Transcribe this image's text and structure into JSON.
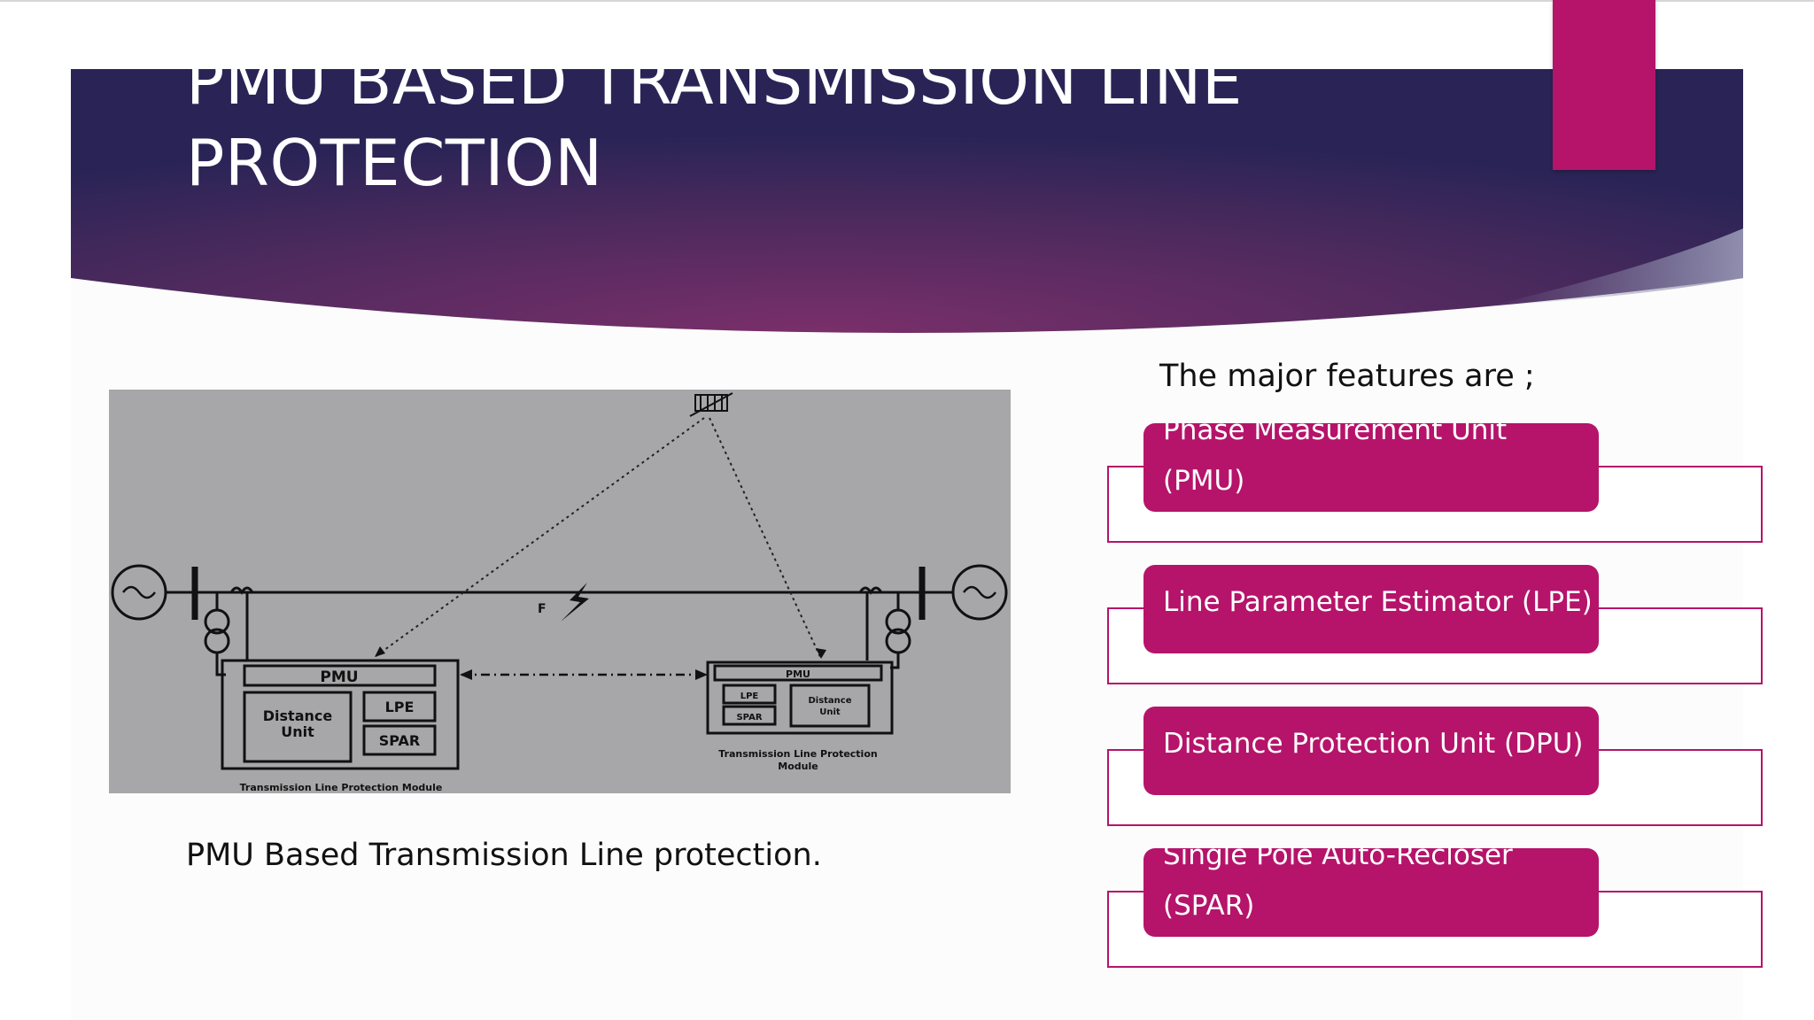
{
  "slide": {
    "title_line1": "PMU BASED TRANSMISSION LINE",
    "title_line2": "PROTECTION",
    "features_heading": "The major features are ;",
    "caption": "PMU Based Transmission Line protection.",
    "features": [
      {
        "line1": "Phase Measurement Unit",
        "line2": "(PMU)"
      },
      {
        "line1": "Line Parameter Estimator (LPE)"
      },
      {
        "line1": "Distance Protection Unit (DPU)"
      },
      {
        "line1": "Single Pole Auto-Recloser",
        "line2": "(SPAR)"
      }
    ]
  },
  "diagram": {
    "label_fault": "F",
    "left_module": {
      "pmu": "PMU",
      "distance_line1": "Distance",
      "distance_line2": "Unit",
      "lpe": "LPE",
      "spar": "SPAR",
      "caption": "Transmission Line Protection Module"
    },
    "right_module": {
      "pmu": "PMU",
      "lpe": "LPE",
      "spar": "SPAR",
      "distance_line1": "Distance",
      "distance_line2": "Unit",
      "caption_line1": "Transmission Line Protection",
      "caption_line2": "Module"
    }
  },
  "colors": {
    "accent": "#b5146a",
    "banner_dark": "#2a2456",
    "banner_mid": "#6e2e66",
    "diagram_bg": "#a7a7a9"
  }
}
